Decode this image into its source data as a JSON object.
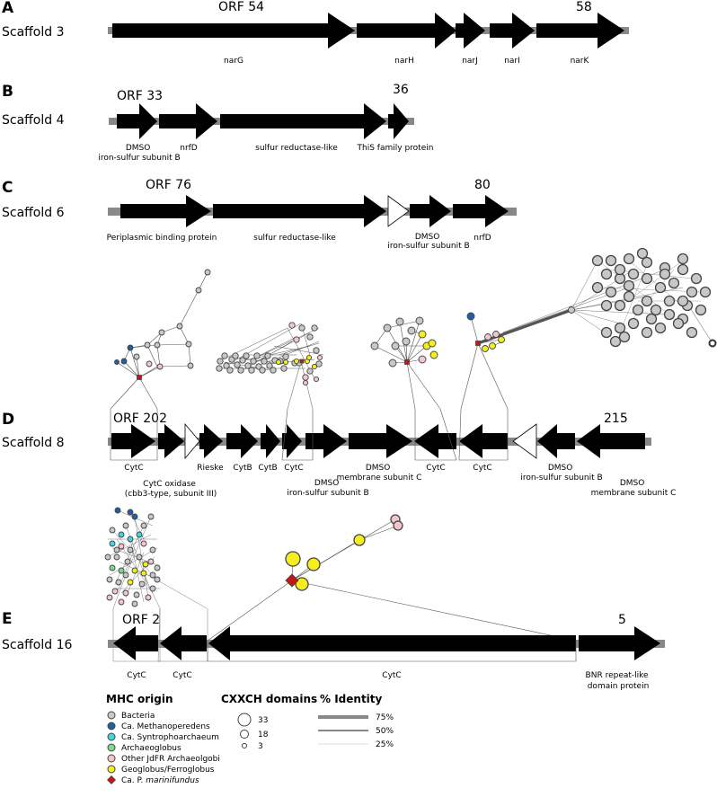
{
  "panels": {
    "A": {
      "letter": "A",
      "scaffold": "Scaffold 3",
      "orf_start": "ORF 54",
      "orf_end": "58",
      "genes": [
        "narG",
        "narH",
        "narJ",
        "narI",
        "narK"
      ]
    },
    "B": {
      "letter": "B",
      "scaffold": "Scaffold 4",
      "orf_start": "ORF 33",
      "orf_end": "36",
      "genes": [
        [
          "DMSO",
          "iron-sulfur subunit B"
        ],
        [
          "nrfD"
        ],
        [
          "sulfur reductase-like"
        ],
        [
          "ThiS family protein"
        ]
      ]
    },
    "C": {
      "letter": "C",
      "scaffold": "Scaffold 6",
      "orf_start": "ORF 76",
      "orf_end": "80",
      "genes": [
        [
          "Periplasmic binding protein"
        ],
        [
          "sulfur reductase-like"
        ],
        [
          "DMSO",
          "iron-sulfur subunit B"
        ],
        [
          "nrfD"
        ]
      ]
    },
    "D": {
      "letter": "D",
      "scaffold": "Scaffold 8",
      "orf_start": "ORF 202",
      "orf_end": "215",
      "genes": [
        [
          "CytC"
        ],
        [
          "CytC oxidase",
          "(cbb3-type, subunit III)"
        ],
        [
          "Rieske"
        ],
        [
          "CytB"
        ],
        [
          "CytB"
        ],
        [
          "CytC"
        ],
        [
          "DMSO",
          "iron-sulfur subunit B"
        ],
        [
          "DMSO",
          "membrane subunit C"
        ],
        [
          "CytC"
        ],
        [
          "CytC"
        ],
        [
          "DMSO",
          "iron-sulfur subunit B"
        ],
        [
          "DMSO",
          "membrane subunit C"
        ]
      ]
    },
    "E": {
      "letter": "E",
      "scaffold": "Scaffold 16",
      "orf_start": "ORF 2",
      "orf_end": "5",
      "genes": [
        [
          "CytC"
        ],
        [
          "CytC"
        ],
        [
          "CytC"
        ],
        [
          "BNR repeat-like",
          "domain protein"
        ]
      ]
    }
  },
  "legend": {
    "mhc_title": "MHC origin",
    "mhc_items": [
      {
        "label": "Bacteria",
        "color": "#c8c8c8",
        "shape": "circle"
      },
      {
        "label": "Ca. Methanoperedens",
        "color": "#1f5fa8",
        "shape": "circle"
      },
      {
        "label": "Ca. Syntrophoarchaeum",
        "color": "#3fd6e0",
        "shape": "circle"
      },
      {
        "label": "Archaeoglobus",
        "color": "#7ddc8a",
        "shape": "circle"
      },
      {
        "label": "Other JdFR Archaeolgobi",
        "color": "#f2c6cc",
        "shape": "circle"
      },
      {
        "label": "Geoglobus/Ferroglobus",
        "color": "#f5ee1e",
        "shape": "circle"
      },
      {
        "label_prefix": "Ca. P. ",
        "label_italic": "marinifundus",
        "color": "#c01818",
        "shape": "diamond"
      }
    ],
    "cxxch_title": "CXXCH domains",
    "cxxch_items": [
      "33",
      "18",
      "3"
    ],
    "identity_title": "% Identity",
    "identity_items": [
      "75%",
      "50%",
      "25%"
    ]
  },
  "colors": {
    "gene_fill": "#000000",
    "scaffold_line": "#888888",
    "node_stroke": "#444444",
    "edge": "#555555"
  }
}
